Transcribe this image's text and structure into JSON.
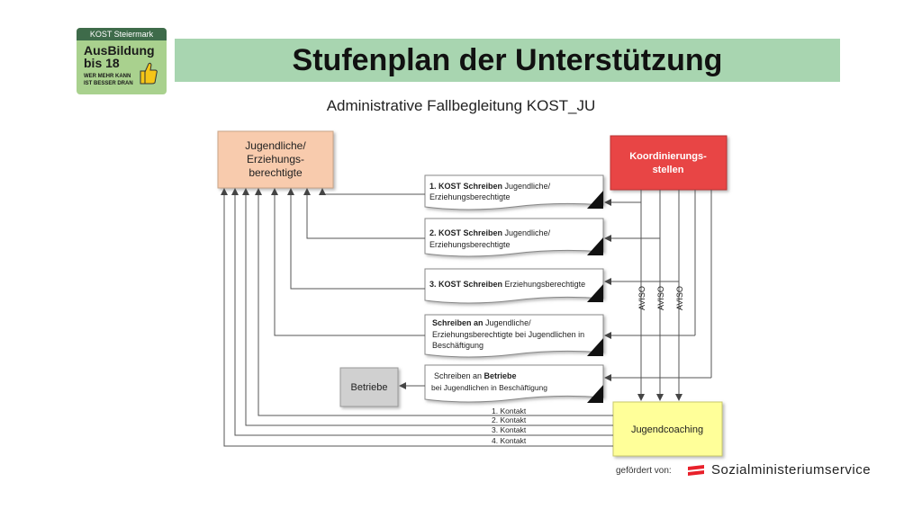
{
  "logo": {
    "top_text": "KOST Steiermark",
    "main_lines": [
      "AusBildung",
      "bis 18"
    ],
    "small_lines": [
      "WER MEHR KANN",
      "IST BESSER DRAN"
    ]
  },
  "title": "Stufenplan der Unterstützung",
  "subtitle": "Administrative Fallbegleitung KOST_JU",
  "nodes": {
    "jugendliche": [
      "Jugendliche/",
      "Erziehungs-",
      "berechtigte"
    ],
    "koordinierung": [
      "Koordinierungs-",
      "stellen"
    ],
    "betriebe": "Betriebe",
    "jugendcoaching": "Jugendcoaching"
  },
  "documents": [
    {
      "bold": "1. KOST Schreiben",
      "rest": " Jugendliche/",
      "line2": "Erziehungsberechtigte",
      "line3": ""
    },
    {
      "bold": "2. KOST Schreiben",
      "rest": " Jugendliche/",
      "line2": "Erziehungsberechtigte",
      "line3": ""
    },
    {
      "bold": "3. KOST Schreiben",
      "rest": " Erziehungsberechtigte",
      "line2": "",
      "line3": ""
    },
    {
      "bold": "Schreiben an",
      "rest": " Jugendliche/",
      "line2": "Erziehungsberechtigte bei Jugendlichen in",
      "line3": "Beschäftigung"
    },
    {
      "pre": "Schreiben an ",
      "bold": "Betriebe",
      "rest": "",
      "line2": " bei Jugendlichen in Beschäftigung",
      "line3": ""
    }
  ],
  "aviso_labels": [
    "AVISO",
    "AVISO",
    "AVISO"
  ],
  "kontakt_labels": [
    "1. Kontakt",
    "2. Kontakt",
    "3. Kontakt",
    "4. Kontakt"
  ],
  "footer": {
    "label": "gefördert von:",
    "brand": "Sozialministeriumservice"
  },
  "colors": {
    "title_bar": "#a8d5b0",
    "jugendliche": "#f8cbad",
    "koordinierung": "#e84545",
    "betriebe": "#d0d0d0",
    "jugendcoaching": "#ffff99",
    "line": "#555555"
  }
}
